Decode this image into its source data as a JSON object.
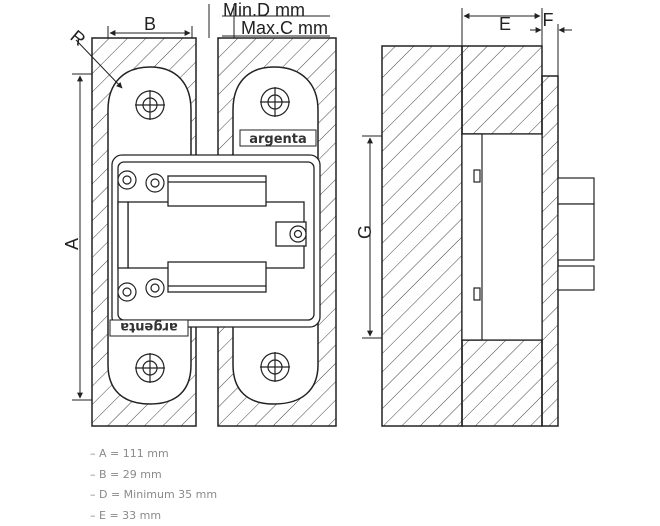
{
  "labels": {
    "a": "A",
    "b": "B",
    "r": "R",
    "min_d": "Min.D mm",
    "max_c": "Max.C mm",
    "e": "E",
    "f": "F",
    "g": "G"
  },
  "brand": {
    "top": "argenta",
    "bottom": "argenta"
  },
  "specs": [
    "– A = 111 mm",
    "– B = 29 mm",
    "– D = Minimum 35 mm",
    "– E = 33 mm"
  ],
  "colors": {
    "line": "#222222",
    "hatch": "#444444",
    "spec_text": "#8a8a8a"
  }
}
